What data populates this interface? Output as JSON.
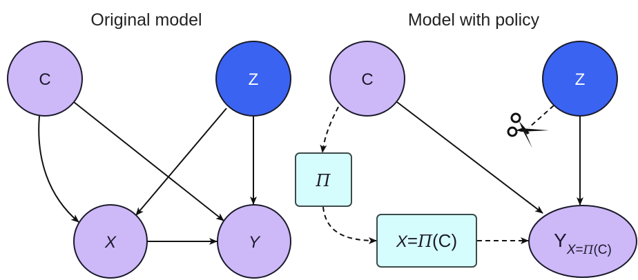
{
  "colors": {
    "latent_node_fill": "#cdb8f8",
    "instrument_node_fill": "#3a63f2",
    "policy_box_fill": "#d6fdfd",
    "node_stroke": "#1a1a2a",
    "box_stroke": "#3c4a4a",
    "edge": "#111111"
  },
  "left_panel": {
    "title": "Original model",
    "nodes": {
      "C": "C",
      "Z": "Z",
      "X": "X",
      "Y": "Y"
    },
    "edges": [
      {
        "from": "C",
        "to": "X",
        "style": "solid"
      },
      {
        "from": "C",
        "to": "Y",
        "style": "solid"
      },
      {
        "from": "Z",
        "to": "X",
        "style": "solid"
      },
      {
        "from": "Z",
        "to": "Y",
        "style": "solid"
      },
      {
        "from": "X",
        "to": "Y",
        "style": "solid"
      }
    ]
  },
  "right_panel": {
    "title": "Model with policy",
    "nodes": {
      "C": "C",
      "Z": "Z",
      "Pi": "Π",
      "X_eq_Pi_C": {
        "X": "X",
        "eq": "=",
        "pi": "Π",
        "arg": "(C)"
      },
      "Y_intervened": {
        "Y": "Y",
        "subscript_X": "X",
        "subscript_eq": "=",
        "subscript_pi": "Π",
        "subscript_arg": "(C)"
      }
    },
    "edges": [
      {
        "from": "C",
        "to": "Pi",
        "style": "dashed"
      },
      {
        "from": "Pi",
        "to": "X=Π(C)",
        "style": "dashed"
      },
      {
        "from": "X=Π(C)",
        "to": "Y_X=Π(C)",
        "style": "dashed"
      },
      {
        "from": "C",
        "to": "Y_X=Π(C)",
        "style": "solid"
      },
      {
        "from": "Z",
        "to": "Y_X=Π(C)",
        "style": "solid"
      },
      {
        "from": "Z",
        "to": "X (cut)",
        "style": "dashed-cut"
      }
    ],
    "cut_marker": "scissors-icon"
  }
}
